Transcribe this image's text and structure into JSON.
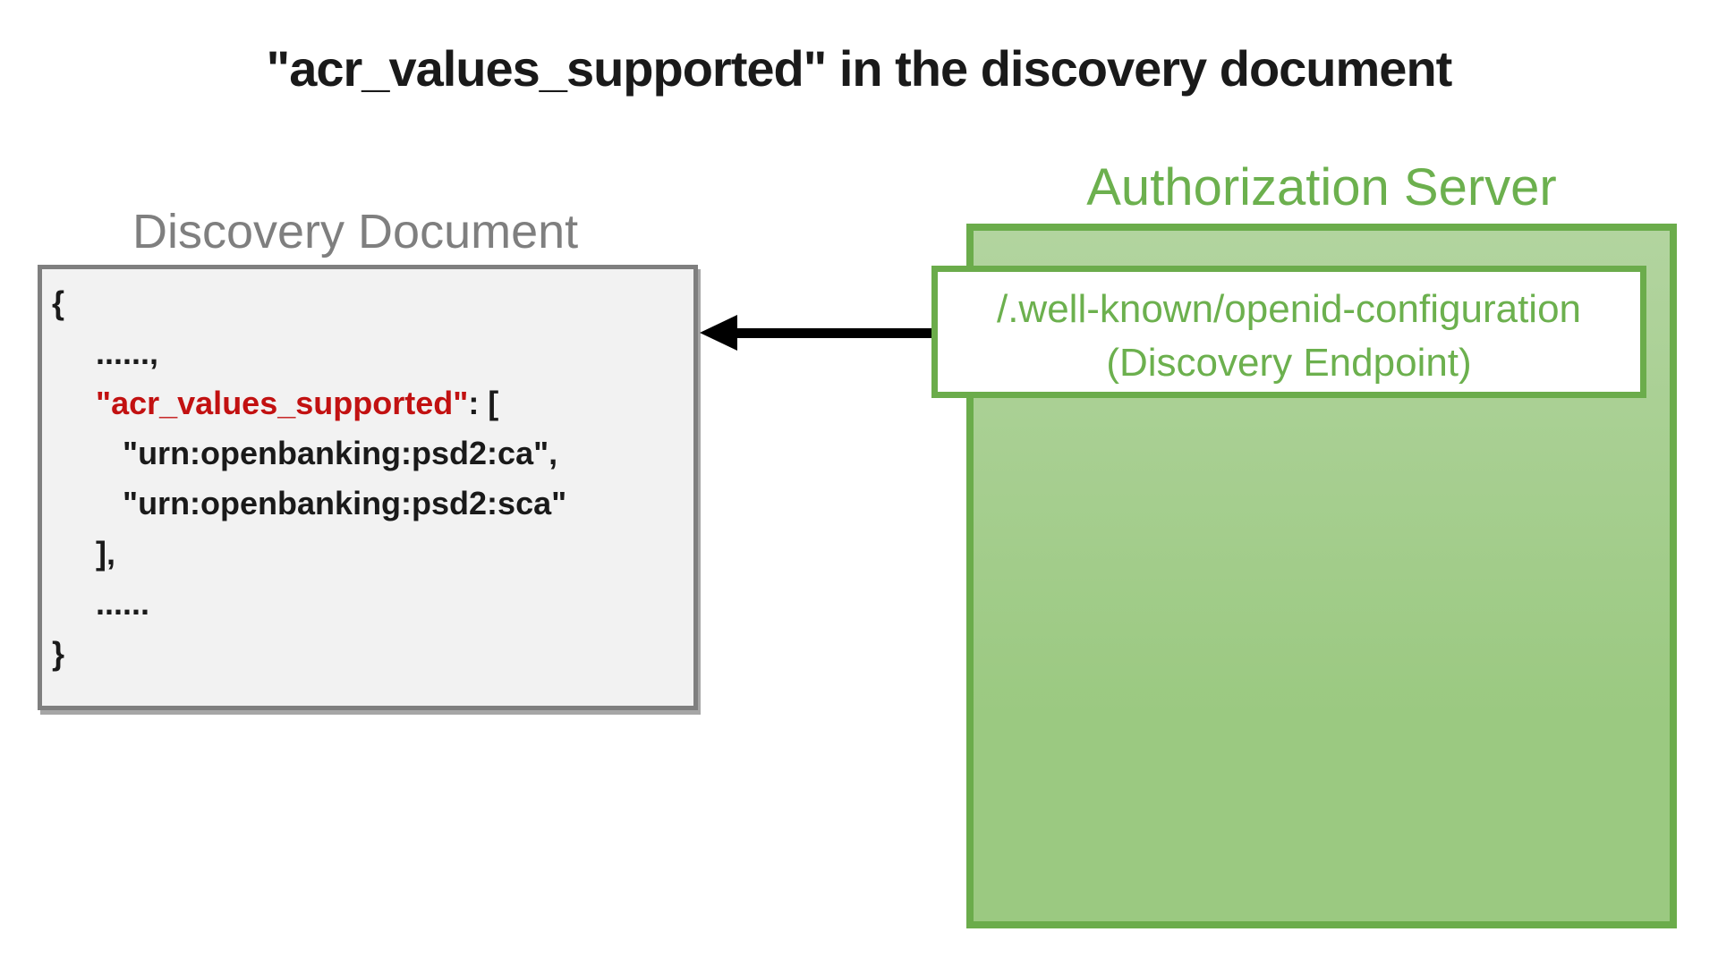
{
  "title": "\"acr_values_supported\" in the discovery document",
  "discovery": {
    "heading": "Discovery Document",
    "code_lines": [
      {
        "indent": 0,
        "segments": [
          {
            "text": "{",
            "highlight": false
          }
        ]
      },
      {
        "indent": 1,
        "segments": [
          {
            "text": "......,",
            "highlight": false
          }
        ]
      },
      {
        "indent": 1,
        "segments": [
          {
            "text": "\"acr_values_supported\"",
            "highlight": true
          },
          {
            "text": ": [",
            "highlight": false
          }
        ]
      },
      {
        "indent": 2,
        "segments": [
          {
            "text": "\"urn:openbanking:psd2:ca\",",
            "highlight": false
          }
        ]
      },
      {
        "indent": 2,
        "segments": [
          {
            "text": "\"urn:openbanking:psd2:sca\"",
            "highlight": false
          }
        ]
      },
      {
        "indent": 1,
        "segments": [
          {
            "text": "],",
            "highlight": false
          }
        ]
      },
      {
        "indent": 1,
        "segments": [
          {
            "text": "......",
            "highlight": false
          }
        ]
      },
      {
        "indent": 0,
        "segments": [
          {
            "text": "}",
            "highlight": false
          }
        ]
      }
    ]
  },
  "auth_server": {
    "heading": "Authorization Server",
    "endpoint": {
      "line1": "/.well-known/openid-configuration",
      "line2": "(Discovery Endpoint)"
    }
  },
  "colors": {
    "title_text": "#1a1a1a",
    "gray_heading": "#7F7F7F",
    "gray_box_border": "#7F7F7F",
    "gray_box_fill": "#F2F2F2",
    "gray_box_shadow": "#A6A6A6",
    "code_text": "#1a1a1a",
    "code_highlight": "#C21111",
    "green_border": "#6BAC4B",
    "green_fill_top": "#B2D49F",
    "green_fill_bottom": "#9BC981",
    "green_text": "#6CB04E",
    "arrow": "#000000"
  }
}
